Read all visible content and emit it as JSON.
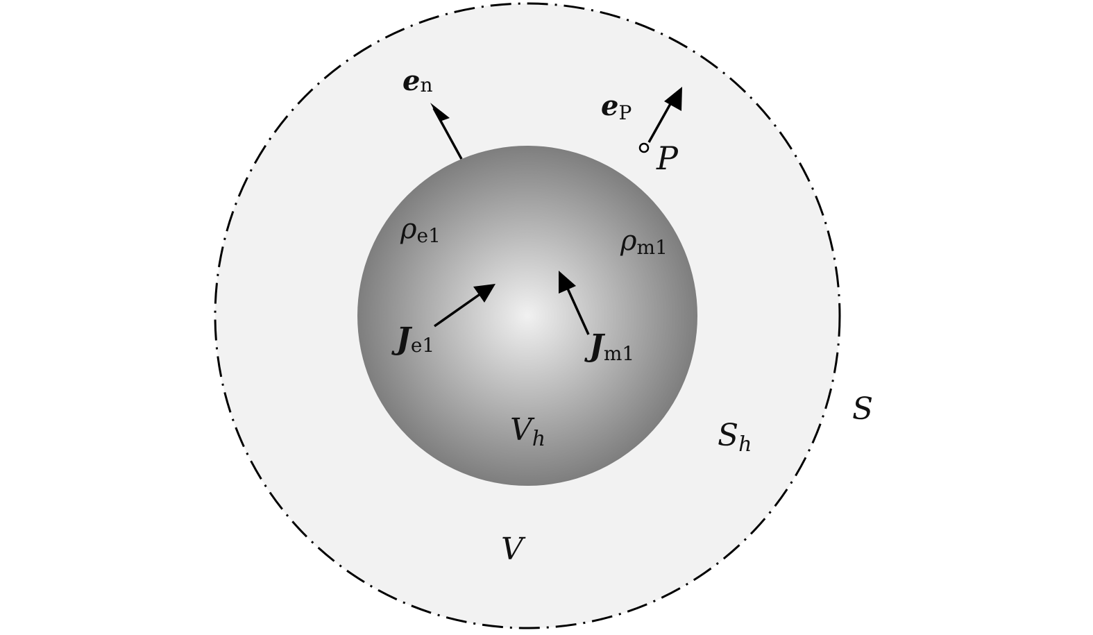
{
  "colors": {
    "outer_fill": "#f2f2f2",
    "outer_stroke": "#000000",
    "sphere_center": "#f1f1f1",
    "sphere_edge": "#7e7e7e",
    "arrow": "#000000"
  },
  "labels": {
    "en": {
      "main": "e",
      "sub": "n"
    },
    "ep": {
      "main": "e",
      "sub": "P"
    },
    "point_p": "P",
    "rho_e1": {
      "main": "ρ",
      "sub": "e1"
    },
    "rho_m1": {
      "main": "ρ",
      "sub": "m1"
    },
    "j_e1": {
      "main": "J",
      "sub": "e1"
    },
    "j_m1": {
      "main": "J",
      "sub": "m1"
    },
    "vh": {
      "main": "V",
      "sub": "h"
    },
    "sh": {
      "main": "S",
      "sub": "h"
    },
    "s": "S",
    "v": "V"
  }
}
